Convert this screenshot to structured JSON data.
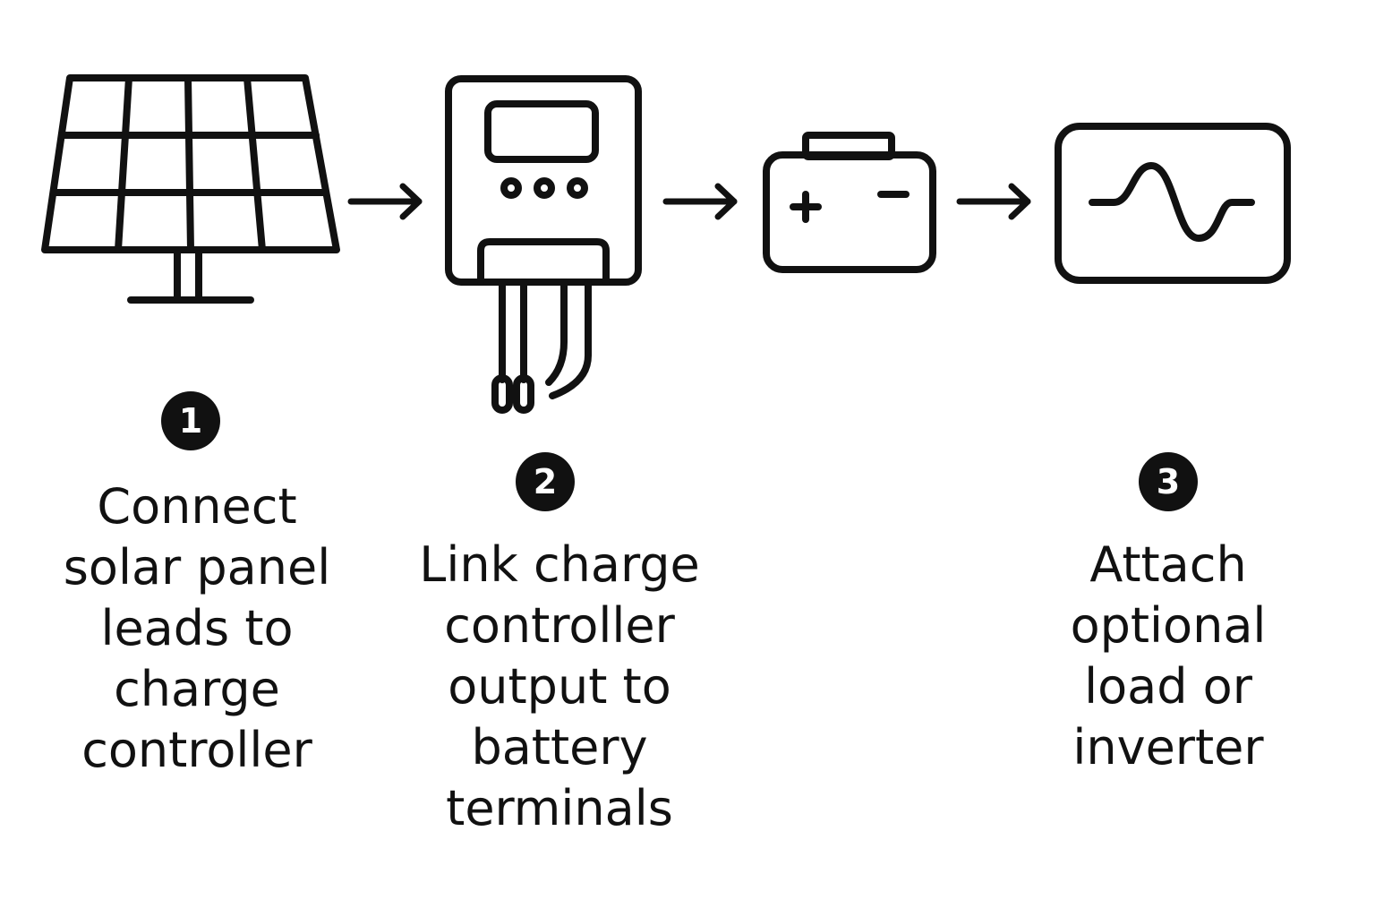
{
  "colors": {
    "ink": "#111111",
    "background": "#ffffff",
    "badge_text": "#ffffff"
  },
  "components": [
    {
      "name": "solar-panel",
      "icon": "solar-panel-icon"
    },
    {
      "name": "charge-controller",
      "icon": "charge-controller-icon"
    },
    {
      "name": "battery",
      "icon": "battery-icon"
    },
    {
      "name": "inverter",
      "icon": "inverter-icon"
    }
  ],
  "arrows": [
    {
      "from": "solar-panel",
      "to": "charge-controller",
      "icon": "arrow-right-icon"
    },
    {
      "from": "charge-controller",
      "to": "battery",
      "icon": "arrow-right-icon"
    },
    {
      "from": "battery",
      "to": "inverter",
      "icon": "arrow-right-icon"
    }
  ],
  "steps": [
    {
      "number": "1",
      "text": "Connect\nsolar panel\nleads to\ncharge\ncontroller"
    },
    {
      "number": "2",
      "text": "Link charge\ncontroller\noutput to\nbattery\nterminals"
    },
    {
      "number": "3",
      "text": "Attach\noptional\nload or\ninverter"
    }
  ],
  "battery_symbols": {
    "positive": "+",
    "negative": "−"
  }
}
